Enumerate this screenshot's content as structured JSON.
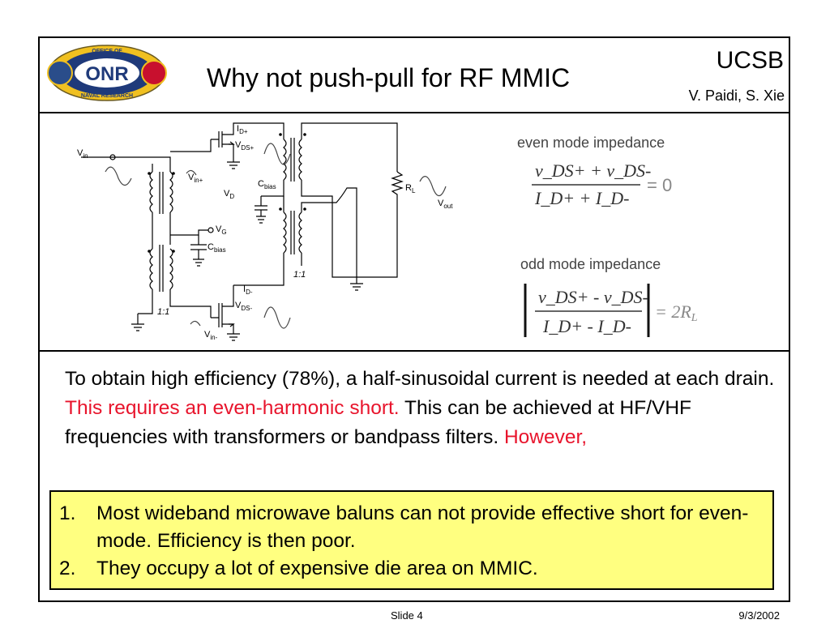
{
  "slide": {
    "title": "Why not push-pull for RF MMIC",
    "org": "UCSB",
    "authors": "V. Paidi, S. Xie",
    "logo": {
      "top_text": "OFFICE OF",
      "center_text": "ONR",
      "bottom_text": "NAVAL RESEARCH"
    }
  },
  "circuit": {
    "labels": {
      "vin": "V",
      "vin_sub": "in",
      "vin_plus": "V",
      "vin_plus_sub": "in+",
      "vin_minus": "V",
      "vin_minus_sub": "in-",
      "vd": "V",
      "vd_sub": "D",
      "vg": "V",
      "vg_sub": "G",
      "cbias1": "C",
      "cbias1_sub": "bias",
      "cbias2": "C",
      "cbias2_sub": "bias",
      "id_plus": "I",
      "id_plus_sub": "D+",
      "vds_plus": "V",
      "vds_plus_sub": "DS+",
      "id_minus": "I",
      "id_minus_sub": "D-",
      "vds_minus": "V",
      "vds_minus_sub": "DS-",
      "rl": "R",
      "rl_sub": "L",
      "vout": "V",
      "vout_sub": "out",
      "ratio_top": "1:1",
      "ratio_bottom": "1:1"
    }
  },
  "equations": {
    "even_heading": "even mode impedance",
    "even_num": "v_DS+ + v_DS-",
    "even_den": "I_D+ + I_D-",
    "even_result": "= 0",
    "odd_heading": "odd mode impedance",
    "odd_num": "v_DS+ - v_DS-",
    "odd_den": "I_D+ - I_D-",
    "odd_result": "= 2R",
    "odd_result_sub": "L"
  },
  "body": {
    "p1": "To obtain high efficiency (78%), a half-sinusoidal current is needed at each drain. ",
    "p1_red": "This requires an even-harmonic short.",
    "p2": " This can be achieved at HF/VHF frequencies with transformers or bandpass filters. ",
    "p2_red": "However,"
  },
  "list": [
    {
      "num": "1.",
      "text": "Most wideband microwave baluns can not provide effective short for even-mode.  Efficiency is then poor."
    },
    {
      "num": "2.",
      "text": "They occupy a lot of expensive die area on MMIC."
    }
  ],
  "footer": {
    "slide": "Slide 4",
    "date": "9/3/2002"
  }
}
